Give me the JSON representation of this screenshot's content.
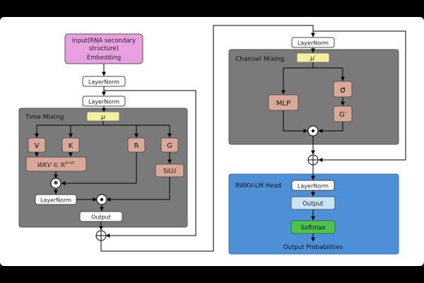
{
  "input_box": {
    "line1": "Input(RNA secondary",
    "line2": "structure)",
    "line3": "Embedding"
  },
  "layernorm_1": "LayerNorm",
  "layernorm_2": "LayerNorm",
  "time_mixing": {
    "title": "Time Mixing",
    "mu": "μ",
    "v": "V",
    "k": "K",
    "r": "R",
    "g": "G",
    "wkv_main": "WKV",
    "wkv_in": "∈",
    "wkv_r": "ℝ",
    "wkv_sup": "D×D",
    "silu": "SiLU",
    "star": "*",
    "layernorm": "LayerNorm",
    "output": "Output"
  },
  "channel_layernorm": "LayerNorm",
  "channel_mixing": {
    "title": "Channel Mixing",
    "mu_prime": "μ′",
    "mlp": "MLP",
    "sigma": "σ",
    "g_prime": "G′"
  },
  "head": {
    "title": "RWKV-LM Head",
    "layernorm": "LayerNorm",
    "output": "Output",
    "softmax": "Softmax",
    "probabilities": "Output Probabilities"
  },
  "colors": {
    "panel_gray": "#7a7a7a",
    "pink": "#e8a0e0",
    "tan": "#d9a898",
    "yellow": "#f5f0a0",
    "head_blue": "#4e90d8",
    "light_blue": "#c8e4f8",
    "green": "#4ec24e"
  }
}
